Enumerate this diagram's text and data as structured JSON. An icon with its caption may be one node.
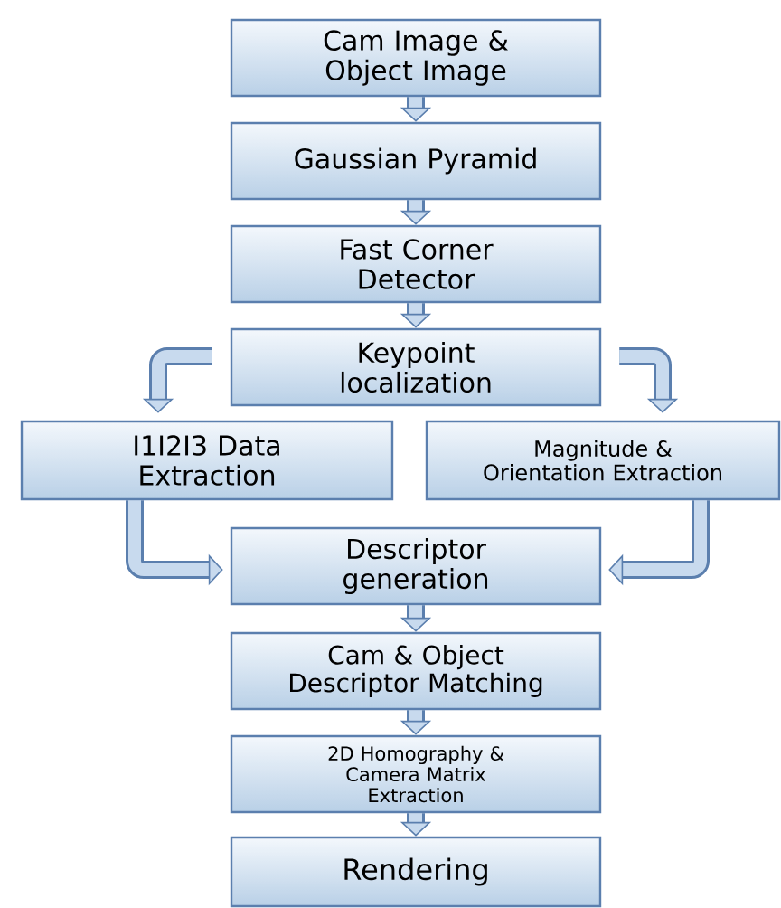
{
  "diagram": {
    "nodes": [
      {
        "text": [
          "Cam Image & Object Image"
        ]
      },
      {
        "text": [
          "Gaussian Pyramid"
        ]
      },
      {
        "text": [
          "Fast Corner Detector"
        ]
      },
      {
        "text": [
          "Keypoint localization"
        ]
      },
      {
        "text": [
          "I1I2I3 Data Extraction"
        ]
      },
      {
        "text": [
          "Magnitude & Orientation Extraction"
        ]
      },
      {
        "text": [
          "Descriptor generation"
        ]
      },
      {
        "text": [
          "Cam & Object Descriptor Matching"
        ]
      },
      {
        "text": [
          "2D Homography & Camera Matrix Extraction"
        ]
      },
      {
        "text": [
          "Rendering"
        ]
      }
    ],
    "edges": [
      {
        "from": 0,
        "to": 1,
        "arrow": "to"
      },
      {
        "from": 1,
        "to": 2,
        "arrow": "to"
      },
      {
        "from": 2,
        "to": 3,
        "arrow": "to"
      },
      {
        "from": 3,
        "to": 4,
        "arrow": "to"
      },
      {
        "from": 3,
        "to": 5,
        "arrow": "to"
      },
      {
        "from": 4,
        "to": 6,
        "arrow": "to"
      },
      {
        "from": 5,
        "to": 6,
        "arrow": "to"
      },
      {
        "from": 6,
        "to": 7,
        "arrow": "to"
      },
      {
        "from": 7,
        "to": 8,
        "arrow": "to"
      },
      {
        "from": 8,
        "to": 9,
        "arrow": "to"
      }
    ]
  }
}
